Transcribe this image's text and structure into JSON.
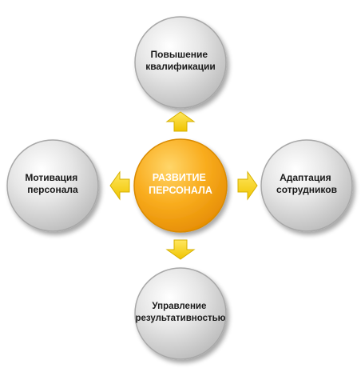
{
  "diagram": {
    "center": {
      "lines": [
        "РАЗВИТИЕ",
        "ПЕРСОНАЛА"
      ]
    },
    "nodes": {
      "top": {
        "lines": [
          "Повышение",
          "квалификации"
        ]
      },
      "right": {
        "lines": [
          "Адаптация",
          "сотрудников"
        ]
      },
      "bottom": {
        "lines": [
          "Управление",
          "результативностью"
        ]
      },
      "left": {
        "lines": [
          "Мотивация",
          "персонала"
        ]
      }
    },
    "colors": {
      "center_fill": "#f7a81b",
      "center_edge": "#d98a00",
      "node_fill": "#d7d7d7",
      "node_edge": "#a8a8a8",
      "arrow_fill": "#f5d21a",
      "arrow_edge": "#d6b000",
      "text": "#1a1a1a",
      "center_text": "#ffffff"
    }
  }
}
